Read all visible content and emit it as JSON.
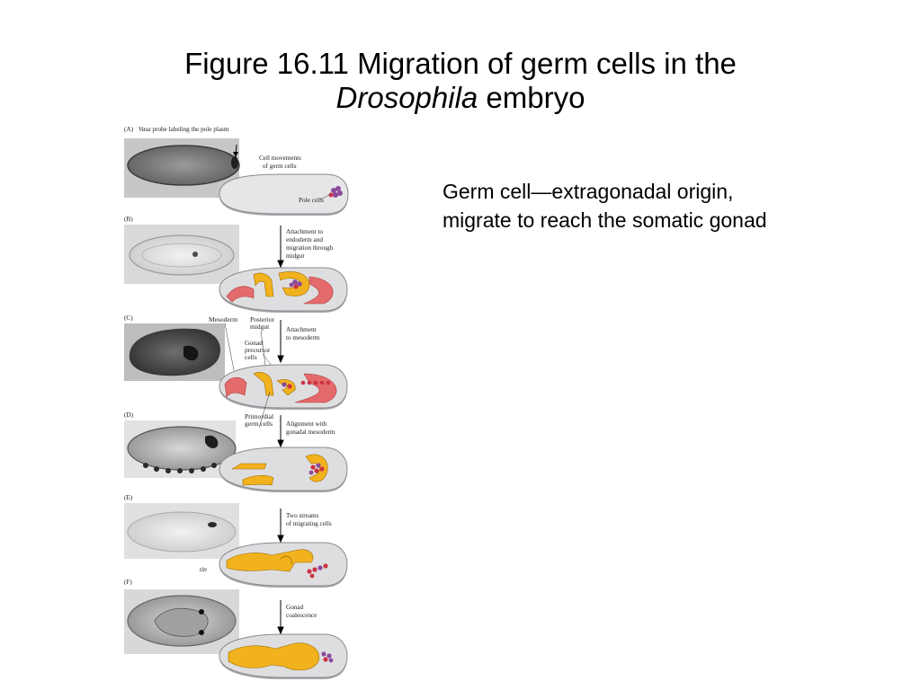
{
  "slide": {
    "title_line1": "Figure 16.11  Migration of germ cells in the",
    "title_species": "Drosophila",
    "title_suffix": " embryo",
    "body_lines": [
      "Germ cell—extragonadal origin,",
      "migrate to reach the somatic gonad"
    ]
  },
  "figure": {
    "panels": [
      {
        "letter": "(A)",
        "header_italic": "Vasa",
        "header_rest": " probe labeling the pole plasm",
        "step": [
          "Cell movements",
          "of germ cells"
        ],
        "callouts": [
          "Pole cells"
        ]
      },
      {
        "letter": "(B)",
        "step": [
          "Attachment to",
          "endoderm and",
          "migration through",
          "midgut"
        ],
        "callouts": []
      },
      {
        "letter": "(C)",
        "step": [
          "Attachment",
          "to mesoderm"
        ],
        "callouts": [
          "Mesoderm",
          "Posterior",
          "midgut",
          "Gonad",
          "precursor",
          "cells"
        ]
      },
      {
        "letter": "(D)",
        "step": [
          "Alignment with",
          "gonadal mesoderm"
        ],
        "callouts": [
          "Primordial",
          "germ cells"
        ]
      },
      {
        "letter": "(E)",
        "step": [
          "Two streams",
          "of migrating cells"
        ],
        "callouts": [
          "tin"
        ]
      },
      {
        "letter": "(F)",
        "step": [
          "Gonad",
          "coalescence"
        ],
        "callouts": []
      }
    ]
  },
  "colors": {
    "endoderm_red": "#e46b6b",
    "mesoderm_yellow": "#f2b21d",
    "embryo_gray": "#cfcfd2",
    "germ_cell_purple": "#8a4a9a",
    "germ_cell_red": "#cc3344"
  }
}
